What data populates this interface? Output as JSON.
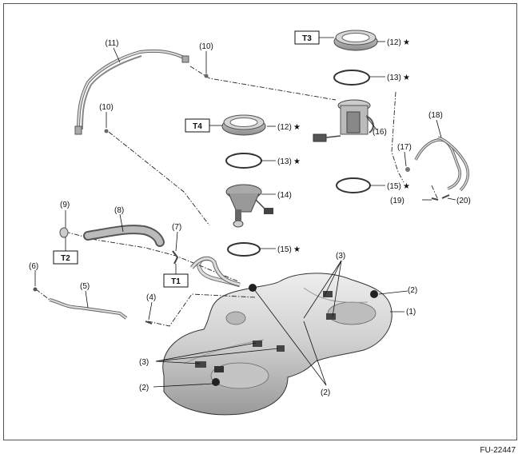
{
  "diagram": {
    "figure_code": "FU-22447",
    "callouts": [
      {
        "id": "c1",
        "text": "(1)"
      },
      {
        "id": "c2a",
        "text": "(2)"
      },
      {
        "id": "c2b",
        "text": "(2)"
      },
      {
        "id": "c2c",
        "text": "(2)"
      },
      {
        "id": "c3a",
        "text": "(3)"
      },
      {
        "id": "c3b",
        "text": "(3)"
      },
      {
        "id": "c4",
        "text": "(4)"
      },
      {
        "id": "c5",
        "text": "(5)"
      },
      {
        "id": "c6",
        "text": "(6)"
      },
      {
        "id": "c7",
        "text": "(7)"
      },
      {
        "id": "c8",
        "text": "(8)"
      },
      {
        "id": "c9",
        "text": "(9)"
      },
      {
        "id": "c10a",
        "text": "(10)"
      },
      {
        "id": "c10b",
        "text": "(10)"
      },
      {
        "id": "c11",
        "text": "(11)"
      },
      {
        "id": "c12a",
        "text": "(12)",
        "star": true
      },
      {
        "id": "c12b",
        "text": "(12)",
        "star": true
      },
      {
        "id": "c13a",
        "text": "(13)",
        "star": true
      },
      {
        "id": "c13b",
        "text": "(13)",
        "star": true
      },
      {
        "id": "c14",
        "text": "(14)"
      },
      {
        "id": "c15a",
        "text": "(15)",
        "star": true
      },
      {
        "id": "c15b",
        "text": "(15)",
        "star": true
      },
      {
        "id": "c16",
        "text": "(16)"
      },
      {
        "id": "c17",
        "text": "(17)"
      },
      {
        "id": "c18",
        "text": "(18)"
      },
      {
        "id": "c19",
        "text": "(19)"
      },
      {
        "id": "c20",
        "text": "(20)"
      }
    ],
    "torque_labels": [
      "T1",
      "T2",
      "T3",
      "T4"
    ],
    "star_symbol": "★"
  }
}
